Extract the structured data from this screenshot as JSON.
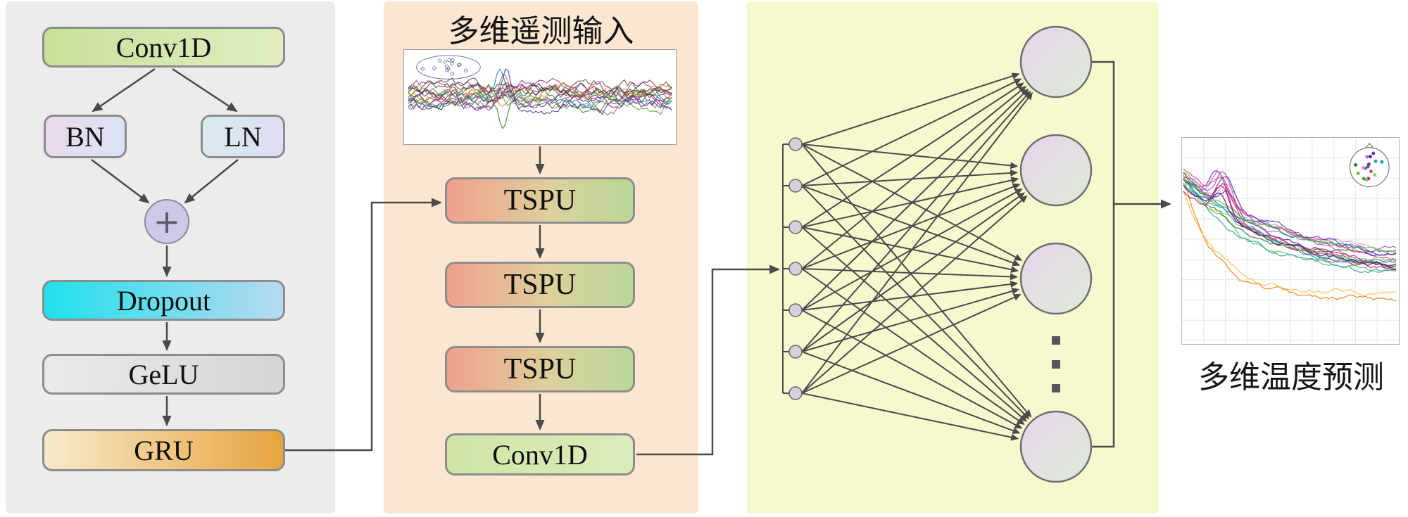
{
  "left_panel": {
    "conv1d_label": "Conv1D",
    "bn_label": "BN",
    "ln_label": "LN",
    "plus_symbol": "+",
    "dropout_label": "Dropout",
    "gelu_label": "GeLU",
    "gru_label": "GRU"
  },
  "middle_panel": {
    "title": "多维遥测输入",
    "tspu1_label": "TSPU",
    "tspu2_label": "TSPU",
    "tspu3_label": "TSPU",
    "conv1d_label": "Conv1D"
  },
  "network": {
    "input_node_count": 7,
    "output_node_count": 4,
    "ellipsis_dot_count": 3
  },
  "output_panel": {
    "label": "多维温度预测"
  },
  "colors": {
    "left_panel_bg": "#ececec",
    "middle_panel_bg": "#fbe7d1",
    "right_panel_bg": "#f8f8cf",
    "arrow": "#4a4a4a",
    "node_fill_small": "#d7d0dc",
    "node_stroke": "#6e6e6e"
  }
}
